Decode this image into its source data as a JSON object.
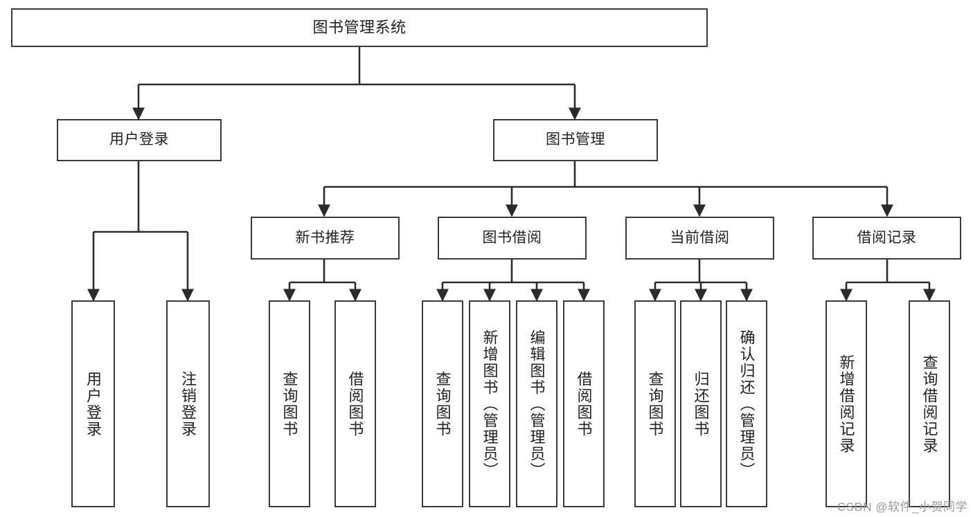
{
  "diagram": {
    "type": "tree",
    "title": "图书管理系统",
    "orientation": "top-down",
    "colors": {
      "box_border": "#3a3a3a",
      "box_fill": "#ffffff",
      "connector": "#2b2b2b",
      "text": "#222222",
      "watermark": "#9a9a9a"
    }
  },
  "root": {
    "label": "图书管理系统"
  },
  "branches": [
    {
      "label": "用户登录"
    },
    {
      "label": "图书管理"
    }
  ],
  "categories": [
    {
      "label": "新书推荐"
    },
    {
      "label": "图书借阅"
    },
    {
      "label": "当前借阅"
    },
    {
      "label": "借阅记录"
    }
  ],
  "leaves": {
    "user_login": [
      {
        "label": "用户登录"
      },
      {
        "label": "注销登录"
      }
    ],
    "new_book_recommend": [
      {
        "label": "查询图书"
      },
      {
        "label": "借阅图书"
      }
    ],
    "book_borrow": [
      {
        "label": "查询图书"
      },
      {
        "label": "新增图书（管理员）"
      },
      {
        "label": "编辑图书（管理员）"
      },
      {
        "label": "借阅图书"
      }
    ],
    "current_borrow": [
      {
        "label": "查询图书"
      },
      {
        "label": "归还图书"
      },
      {
        "label": "确认归还（管理员）"
      }
    ],
    "borrow_record": [
      {
        "label": "新增借阅记录"
      },
      {
        "label": "查询借阅记录"
      }
    ]
  },
  "watermark": {
    "text": "CSDN @软件_小贺同学"
  }
}
